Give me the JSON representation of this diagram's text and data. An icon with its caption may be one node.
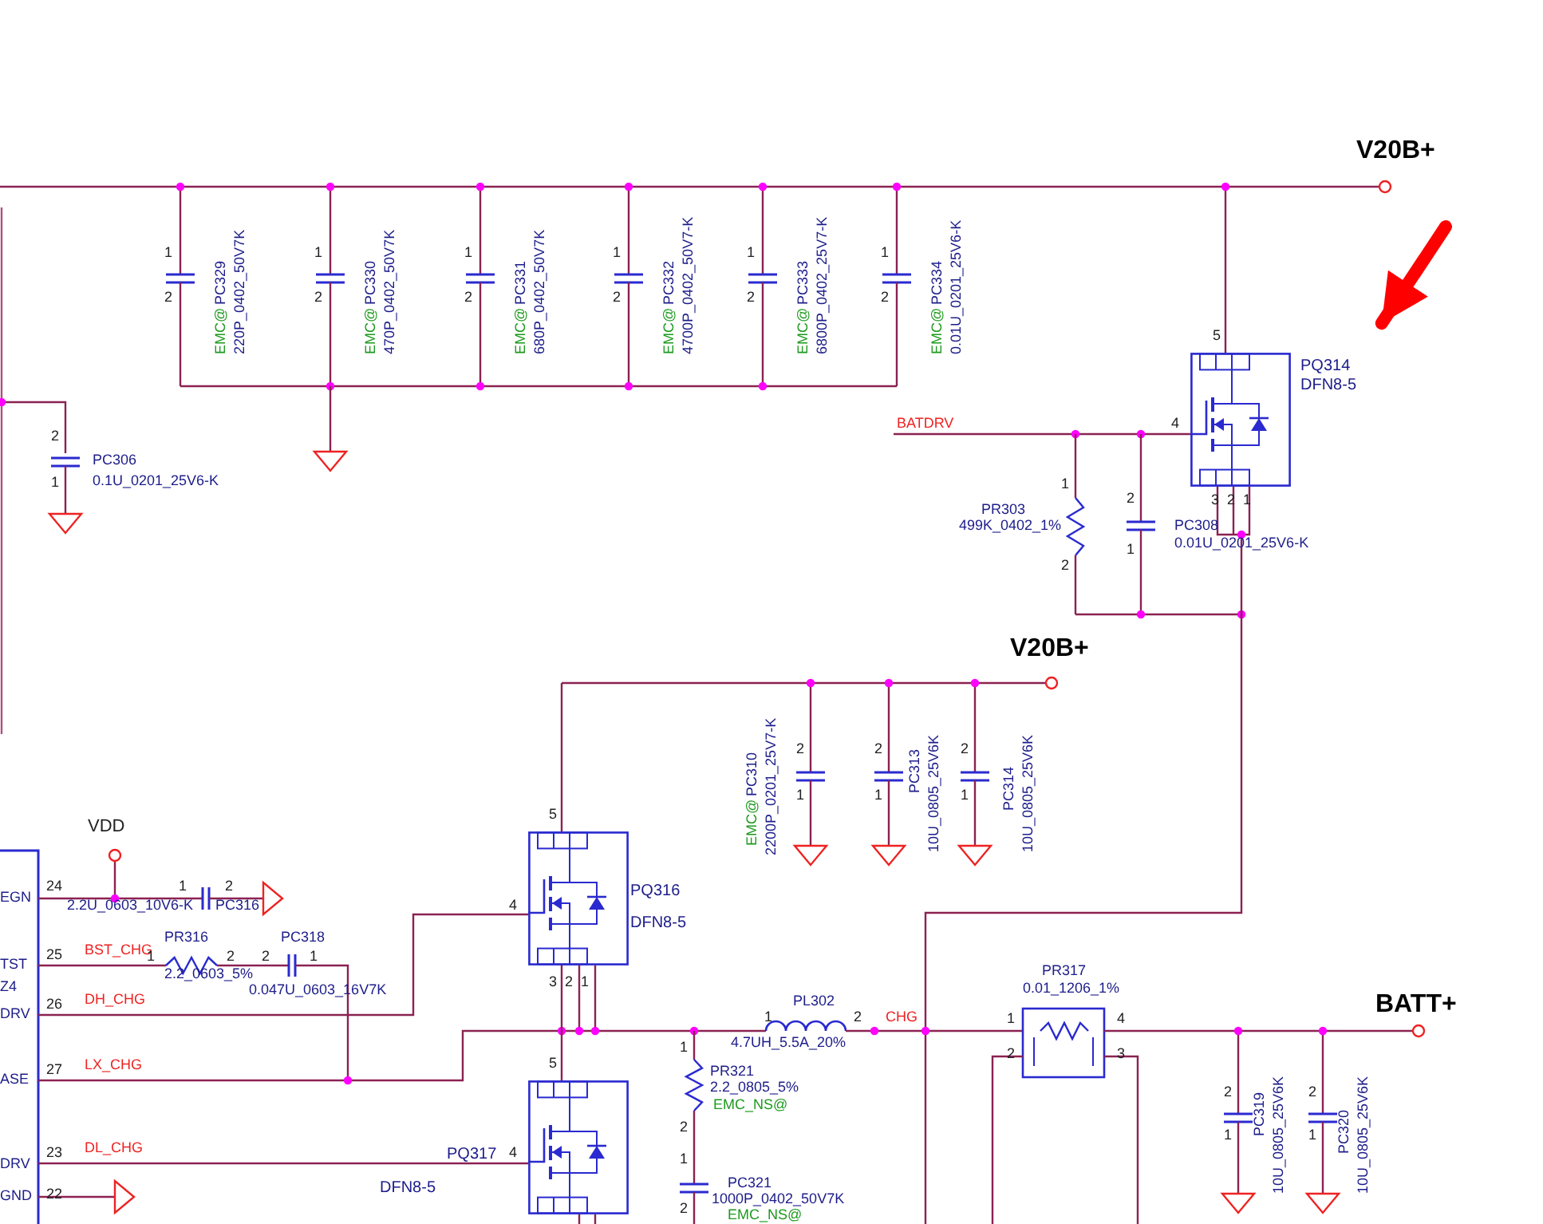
{
  "diagram": {
    "nodes": [
      {
        "text": [
          "PQ314",
          "DFN8-5"
        ],
        "beside": [
          "5",
          "4",
          "3",
          "2",
          "1"
        ]
      },
      {
        "text": [
          "PQ316",
          "DFN8-5"
        ],
        "beside": [
          "5",
          "4",
          "3",
          "2",
          "1"
        ]
      },
      {
        "text": [
          "PQ317",
          "DFN8-5"
        ],
        "beside": [
          "5",
          "4"
        ]
      }
    ],
    "edges": [
      {
        "from": null,
        "to": 0,
        "arrow": "to",
        "style": "thick",
        "color": "#ff0000"
      },
      {
        "from": 1,
        "to": 2,
        "arrow": "none",
        "color": "#8b2252"
      }
    ],
    "labels": [
      "V20B+",
      "1",
      "2",
      "EMC@",
      "PC329",
      "220P_0402_50V7K",
      "1",
      "2",
      "EMC@",
      "PC330",
      "470P_0402_50V7K",
      "1",
      "2",
      "EMC@",
      "PC331",
      "680P_0402_50V7K",
      "1",
      "2",
      "EMC@",
      "PC332",
      "4700P_0402_50V7-K",
      "1",
      "2",
      "EMC@",
      "PC333",
      "6800P_0402_25V7-K",
      "1",
      "2",
      "EMC@",
      "PC334",
      "0.01U_0201_25V6-K",
      "2",
      "1",
      "PC306",
      "0.1U_0201_25V6-K",
      "BATDRV",
      "1",
      "PR303",
      "499K_0402_1%",
      "2",
      "2",
      "1",
      "PC308",
      "0.01U_0201_25V6-K",
      "V20B+",
      "2",
      "1",
      "EMC@",
      "PC310",
      "2200P_0201_25V7-K",
      "2",
      "1",
      "PC313",
      "10U_0805_25V6K",
      "2",
      "1",
      "PC314",
      "10U_0805_25V6K",
      "VDD",
      "EGN",
      "24",
      "1",
      "2",
      "2.2U_0603_10V6-K",
      "PC316",
      "TST",
      "25",
      "BST_CHG",
      "PR316",
      "1",
      "2",
      "2.2_0603_5%",
      "PC318",
      "2",
      "1",
      "Z4",
      "0.047U_0603_16V7K",
      "DRV",
      "26",
      "DH_CHG",
      "PR317",
      "0.01_1206_1%",
      "BATT+",
      "1",
      "PL302",
      "2",
      "CHG",
      "4.7UH_5.5A_20%",
      "1",
      "4",
      "2",
      "3",
      "ASE",
      "27",
      "LX_CHG",
      "1",
      "PR321",
      "2.2_0805_5%",
      "EMC_NS@",
      "2",
      "1",
      "2",
      "1",
      "PC319",
      "10U_0805_25V6K",
      "2",
      "1",
      "PC320",
      "10U_0805_25V6K",
      "DRV",
      "23",
      "DL_CHG",
      "PC321",
      "2",
      "1000P_0402_50V7K",
      "EMC_NS@",
      "GND",
      "22"
    ]
  }
}
